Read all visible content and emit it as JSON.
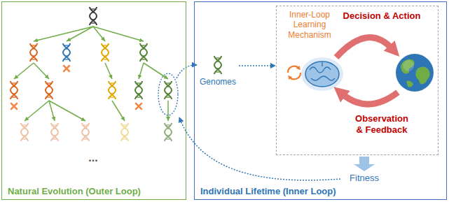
{
  "diagram": {
    "nodes": [
      {
        "text": [
          "Natural Evolution (Outer Loop)"
        ]
      },
      {
        "text": [
          "Individual Lifetime (Inner Loop)"
        ]
      },
      {
        "text": [
          "Genomes"
        ],
        "in": 1
      },
      {
        "text": [
          "Inner-Loop Learning Mechanism",
          "Decision & Action",
          "Observation & Feedback"
        ],
        "in": 1
      }
    ],
    "edges": [
      {
        "from": 2,
        "to": 3,
        "arrow": "to"
      }
    ],
    "labels": [
      "Fitness",
      "..."
    ]
  }
}
